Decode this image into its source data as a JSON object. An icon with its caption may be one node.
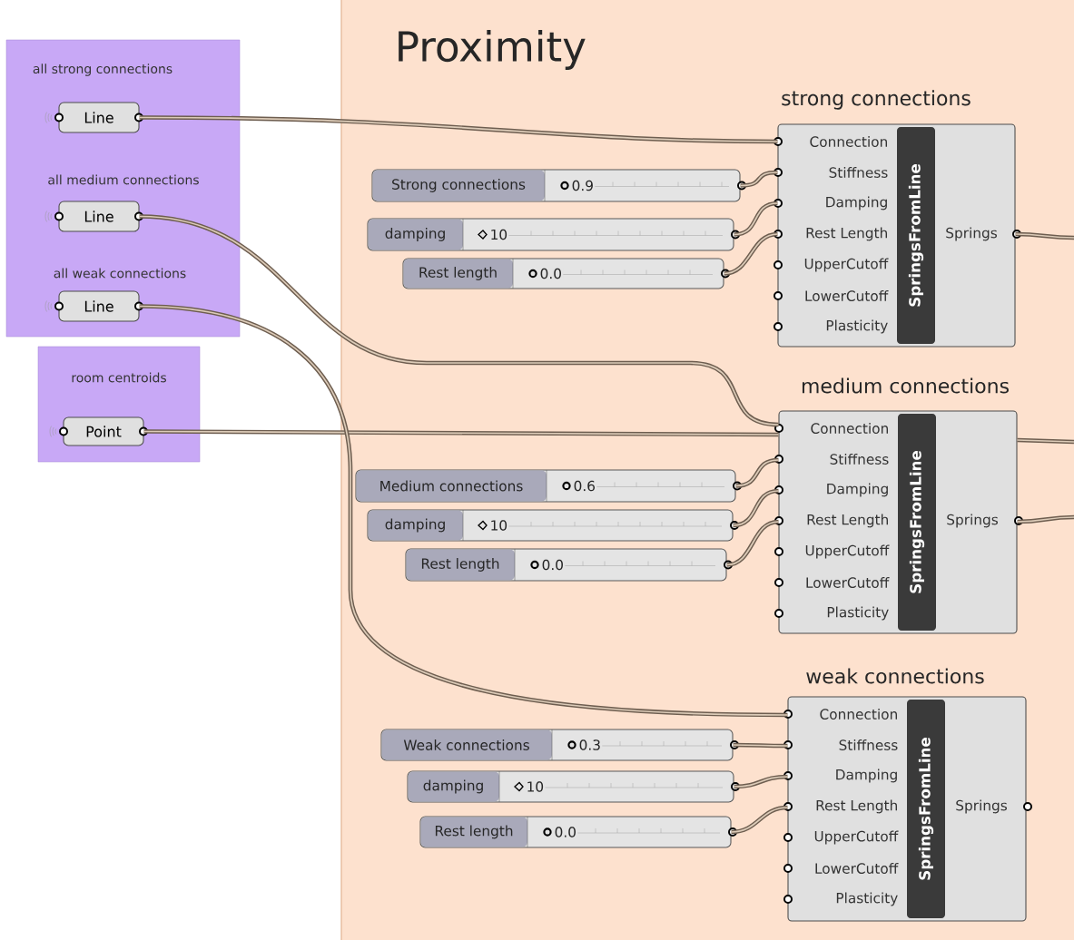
{
  "diagram": {
    "nodes": [
      {
        "text": [],
        "shape": "box"
      },
      {
        "text": [
          "Line"
        ],
        "beside": [
          "all strong connections"
        ],
        "in": 0
      },
      {
        "text": [
          "Line"
        ],
        "beside": [
          "all medium connections"
        ],
        "in": 0
      },
      {
        "text": [
          "Line"
        ],
        "beside": [
          "all weak connections"
        ],
        "in": 0
      },
      {
        "text": [
          "room centroids"
        ]
      },
      {
        "text": [
          "Point"
        ],
        "in": 4
      },
      {
        "text": [
          "Proximity"
        ]
      },
      {
        "text": [
          "strong connections",
          "Connection",
          "Stiffness",
          "Damping",
          "Rest Length",
          "UpperCutoff",
          "LowerCutoff",
          "Plasticity",
          "SpringsFromLine",
          "Springs"
        ],
        "in": 6
      },
      {
        "text": [
          "Strong connections",
          "0.9"
        ],
        "in": 6
      },
      {
        "text": [
          "damping",
          "10"
        ],
        "in": 6
      },
      {
        "text": [
          "Rest length",
          "0.0"
        ],
        "in": 6
      },
      {
        "text": [
          "medium connections",
          "Connection",
          "Stiffness",
          "Damping",
          "Rest Length",
          "UpperCutoff",
          "LowerCutoff",
          "Plasticity",
          "SpringsFromLine",
          "Springs"
        ],
        "in": 6
      },
      {
        "text": [
          "Medium connections",
          "0.6"
        ],
        "in": 6
      },
      {
        "text": [
          "damping",
          "10"
        ],
        "in": 6
      },
      {
        "text": [
          "Rest length",
          "0.0"
        ],
        "in": 6
      },
      {
        "text": [
          "weak connections",
          "Connection",
          "Stiffness",
          "Damping",
          "Rest Length",
          "UpperCutoff",
          "LowerCutoff",
          "Plasticity",
          "SpringsFromLine",
          "Springs"
        ],
        "in": 6
      },
      {
        "text": [
          "Weak connections",
          "0.3"
        ],
        "in": 6
      },
      {
        "text": [
          "damping",
          "10"
        ],
        "in": 6
      },
      {
        "text": [
          "Rest length",
          "0.0"
        ],
        "in": 6
      }
    ],
    "edges": [
      {
        "from": 1,
        "to": 7,
        "arrow": "none"
      },
      {
        "from": 8,
        "to": 7,
        "arrow": "none"
      },
      {
        "from": 9,
        "to": 7,
        "arrow": "none"
      },
      {
        "from": 10,
        "to": 7,
        "arrow": "none"
      },
      {
        "from": 7,
        "to": null,
        "arrow": "none"
      },
      {
        "from": 2,
        "to": 11,
        "arrow": "none"
      },
      {
        "from": 5,
        "to": 11,
        "arrow": "none"
      },
      {
        "from": 12,
        "to": 11,
        "arrow": "none"
      },
      {
        "from": 13,
        "to": 11,
        "arrow": "none"
      },
      {
        "from": 14,
        "to": 11,
        "arrow": "none"
      },
      {
        "from": 11,
        "to": null,
        "arrow": "none"
      },
      {
        "from": 11,
        "to": null,
        "arrow": "none"
      },
      {
        "from": 3,
        "to": 15,
        "arrow": "none"
      },
      {
        "from": 16,
        "to": 15,
        "arrow": "none"
      },
      {
        "from": 17,
        "to": 15,
        "arrow": "none"
      },
      {
        "from": 18,
        "to": 15,
        "arrow": "none"
      }
    ]
  }
}
